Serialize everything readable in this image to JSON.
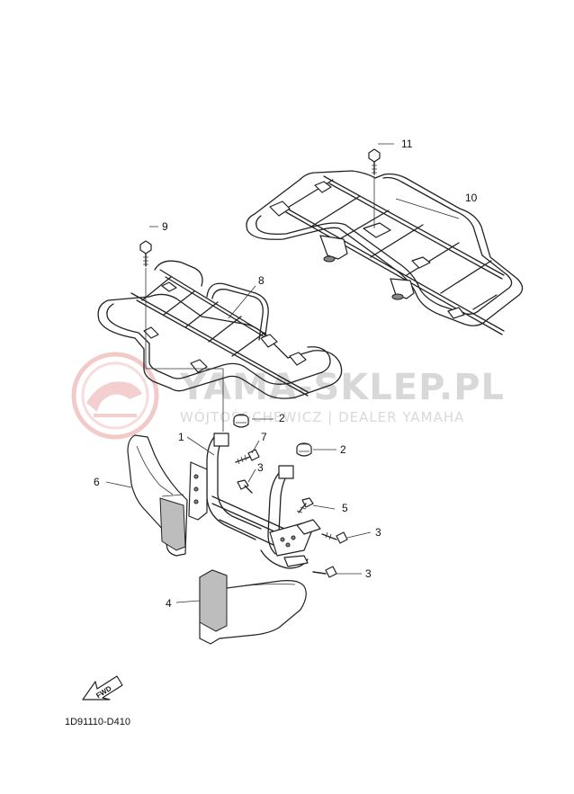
{
  "diagram": {
    "callouts": [
      {
        "id": "c1",
        "label": "1"
      },
      {
        "id": "c2a",
        "label": "2"
      },
      {
        "id": "c2b",
        "label": "2"
      },
      {
        "id": "c3a",
        "label": "3"
      },
      {
        "id": "c3b",
        "label": "3"
      },
      {
        "id": "c3c",
        "label": "3"
      },
      {
        "id": "c4",
        "label": "4"
      },
      {
        "id": "c5",
        "label": "5"
      },
      {
        "id": "c6",
        "label": "6"
      },
      {
        "id": "c7",
        "label": "7"
      },
      {
        "id": "c8",
        "label": "8"
      },
      {
        "id": "c9",
        "label": "9"
      },
      {
        "id": "c10",
        "label": "10"
      },
      {
        "id": "c11",
        "label": "11"
      }
    ],
    "diagram_code": "1D91110-D410",
    "fwd_label": "FWD"
  },
  "watermark": {
    "main": "YAMA-SKLEP.PL",
    "sub": "WÓJTOŚ&CHEWICZ | DEALER YAMAHA",
    "color": "#e8a0a0"
  }
}
